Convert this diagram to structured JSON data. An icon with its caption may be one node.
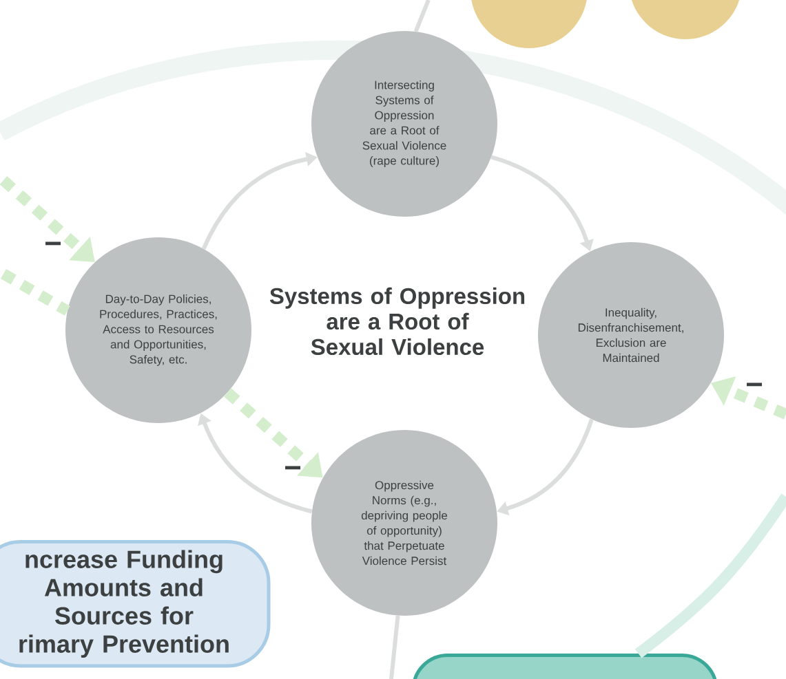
{
  "diagram": {
    "title": "Systems of Oppression are a Root of Sexual Violence",
    "nodes": [
      {
        "text": [
          "Intersecting Systems of Oppression are a Root of Sexual Violence (rape culture)"
        ]
      },
      {
        "text": [
          "Inequality, Disenfranchisement, Exclusion are Maintained"
        ]
      },
      {
        "text": [
          "Oppressive Norms (e.g., depriving people of opportunity) that Perpetuate Violence Persist"
        ]
      },
      {
        "text": [
          "Day-to-Day Policies, Procedures, Practices, Access to Resources and Opportunities, Safety, etc."
        ]
      },
      {
        "text": [
          "ncrease Funding Amounts and Sources for rimary Prevention"
        ]
      },
      {
        "text": [],
        "shape": "box"
      },
      {
        "text": [],
        "shape": "circle"
      },
      {
        "text": [],
        "shape": "circle"
      }
    ],
    "edges": [
      {
        "from": 3,
        "to": 0,
        "arrow": "to"
      },
      {
        "from": 0,
        "to": 1,
        "arrow": "to"
      },
      {
        "from": 1,
        "to": 2,
        "arrow": "to"
      },
      {
        "from": 2,
        "to": 3,
        "arrow": "to"
      },
      {
        "from": 0,
        "to": null,
        "arrow": "none"
      },
      {
        "from": 2,
        "to": null,
        "arrow": "none"
      },
      {
        "from": null,
        "to": 3,
        "arrow": "to",
        "label": "−",
        "style": "dashed",
        "color": "#d4edcc"
      },
      {
        "from": null,
        "to": 3,
        "arrow": "none",
        "style": "dashed",
        "color": "#d4edcc"
      },
      {
        "from": 3,
        "to": 2,
        "arrow": "to",
        "label": "−",
        "style": "dashed",
        "color": "#d4edcc"
      },
      {
        "from": null,
        "to": 1,
        "arrow": "to",
        "label": "−",
        "style": "dashed",
        "color": "#d4edcc"
      },
      {
        "from": null,
        "to": 5,
        "arrow": "none",
        "style": "thick",
        "color": "#d8efe8"
      }
    ]
  }
}
